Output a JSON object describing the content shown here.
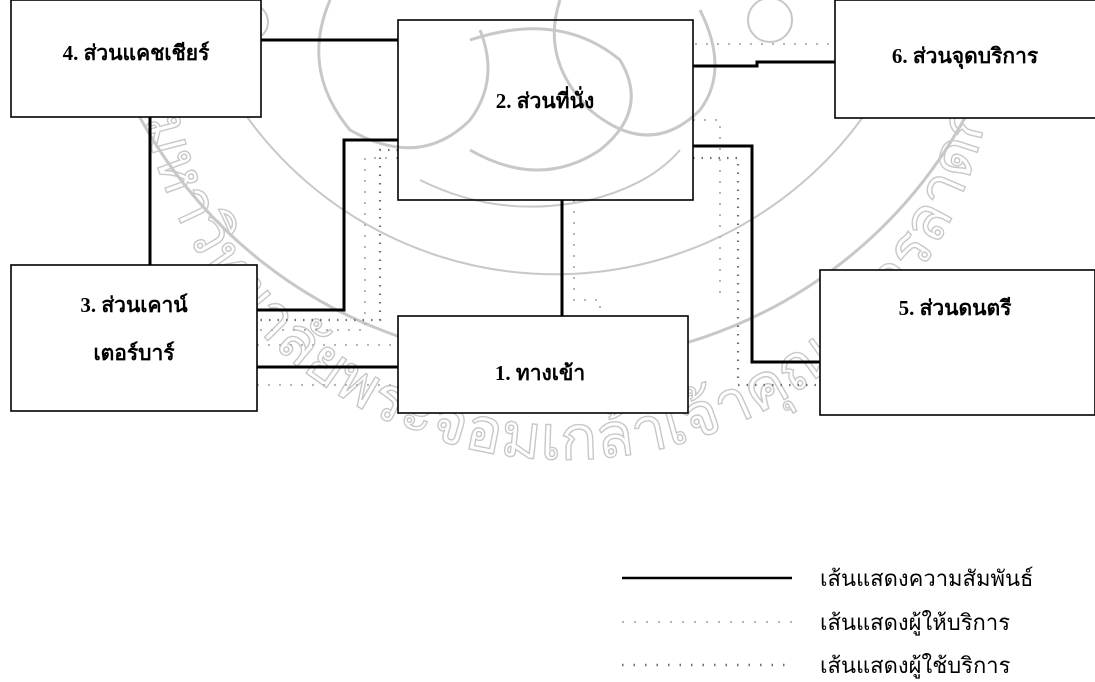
{
  "zones": {
    "entrance": "1. ทางเข้า",
    "seating": "2. ส่วนที่นั่ง",
    "counter_bar_line1": "3. ส่วนเคาน์",
    "counter_bar_line2": "เตอร์บาร์",
    "cashier": "4. ส่วนแคชเชียร์",
    "music": "5. ส่วนดนตรี",
    "service_point": "6. ส่วนจุดบริการ"
  },
  "legend": {
    "relationship": "เส้นแสดงความสัมพันธ์",
    "provider": "เส้นแสดงผู้ให้บริการ",
    "user": "เส้นแสดงผู้ใช้บริการ"
  },
  "watermark": {
    "text": "มหาวิทยาลัยพระจอมเกล้าเจ้าคุณทหารลาดกระบัง"
  },
  "colors": {
    "ink": "#000000",
    "watermark": "#c8c8c8",
    "provider_dots": "#b5b5b5",
    "user_dots": "#6f6f6f"
  }
}
